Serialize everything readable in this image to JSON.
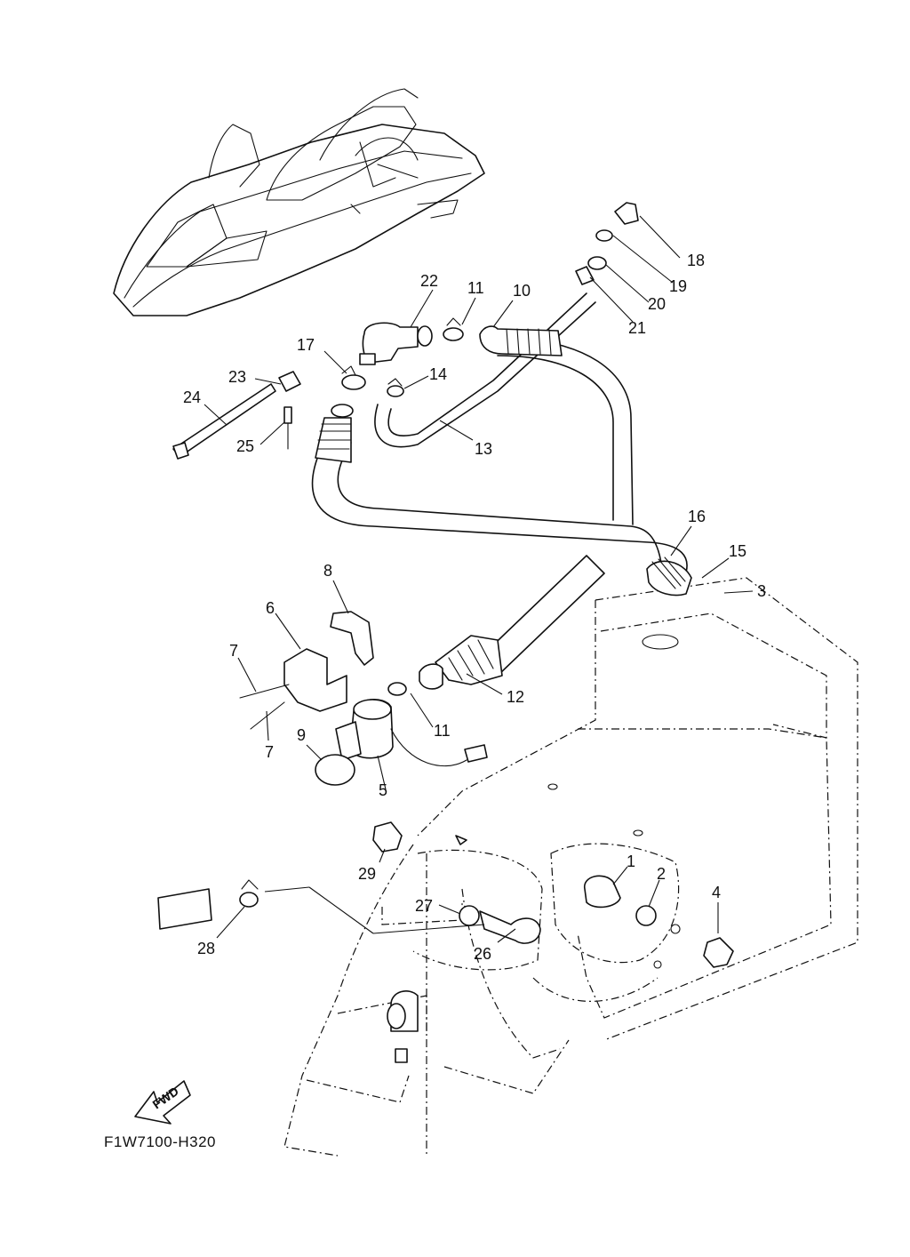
{
  "diagram": {
    "drawing_code": "F1W7100-H320",
    "direction_label": "FWD",
    "callouts": [
      "1",
      "2",
      "3",
      "4",
      "5",
      "6",
      "7",
      "7",
      "8",
      "9",
      "10",
      "11",
      "11",
      "12",
      "13",
      "14",
      "15",
      "16",
      "17",
      "18",
      "19",
      "20",
      "21",
      "22",
      "23",
      "24",
      "25",
      "26",
      "27",
      "28",
      "29"
    ]
  }
}
